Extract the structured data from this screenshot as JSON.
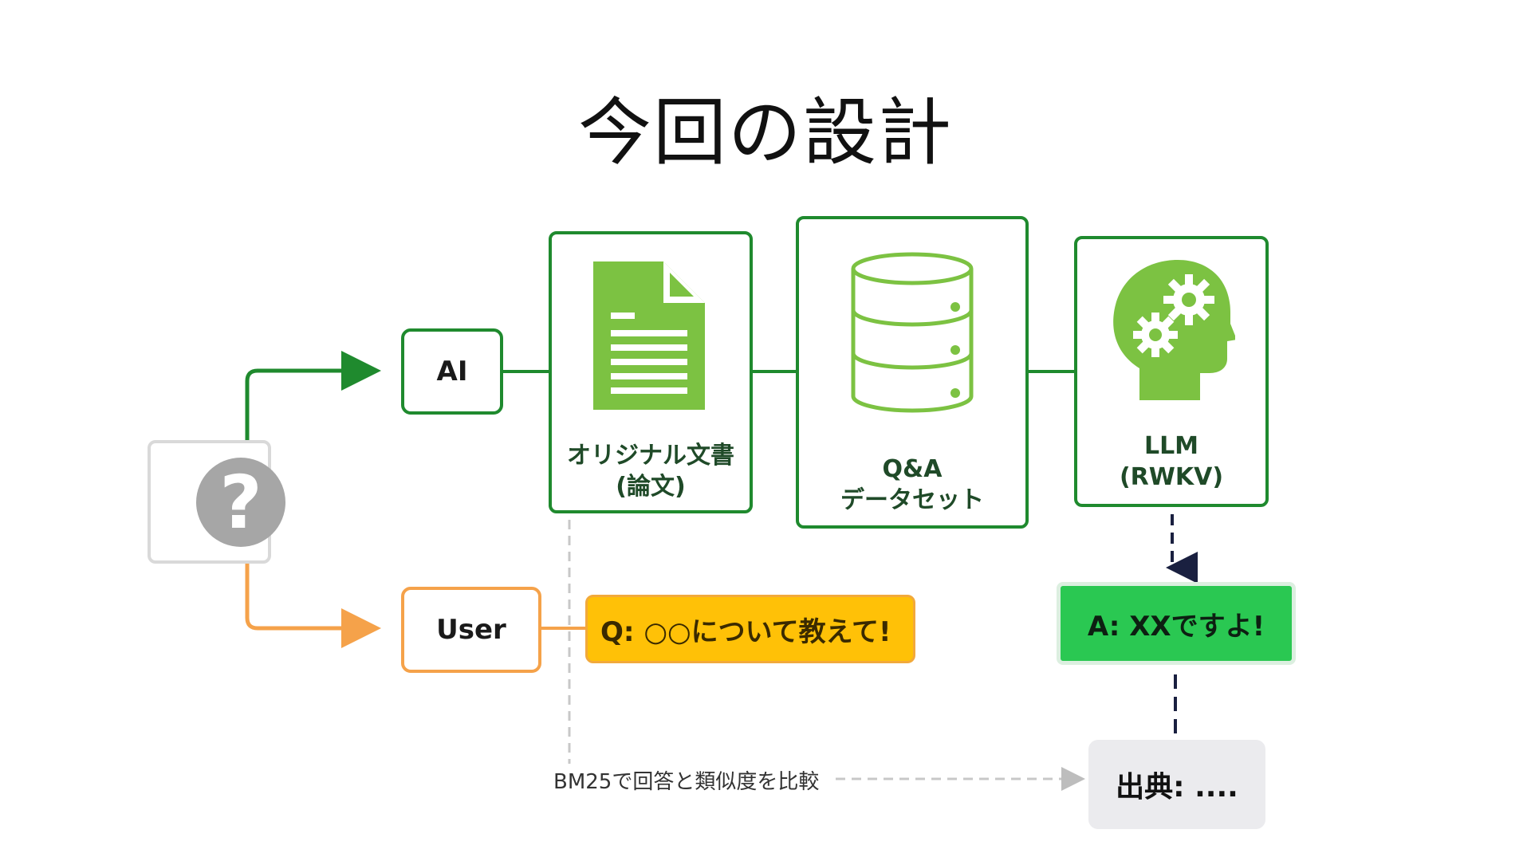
{
  "slide": {
    "title": "今回の設計"
  },
  "nodes": {
    "question": {
      "symbol": "?"
    },
    "ai": {
      "label": "AI"
    },
    "user": {
      "label": "User"
    },
    "document": {
      "label_line1": "オリジナル文書",
      "label_line2": "(論文)"
    },
    "dataset": {
      "label_line1": "Q&A",
      "label_line2": "データセット"
    },
    "llm": {
      "label_line1": "LLM",
      "label_line2": "(RWKV)"
    }
  },
  "bubbles": {
    "query": "Q: ○○について教えて!",
    "answer": "A: XXですよ!",
    "source": "出典: ...."
  },
  "annotations": {
    "bm25": "BM25で回答と類似度を比較"
  },
  "colors": {
    "ai_green": "#1f8a2e",
    "icon_green": "#7cc242",
    "user_orange": "#f5a24a",
    "query_yellow": "#ffc107",
    "answer_green": "#2ac852",
    "question_gray": "#a6a6a6",
    "source_gray": "#ebebee"
  },
  "icons": [
    "question-mark-icon",
    "document-icon",
    "database-icon",
    "head-gears-icon"
  ]
}
